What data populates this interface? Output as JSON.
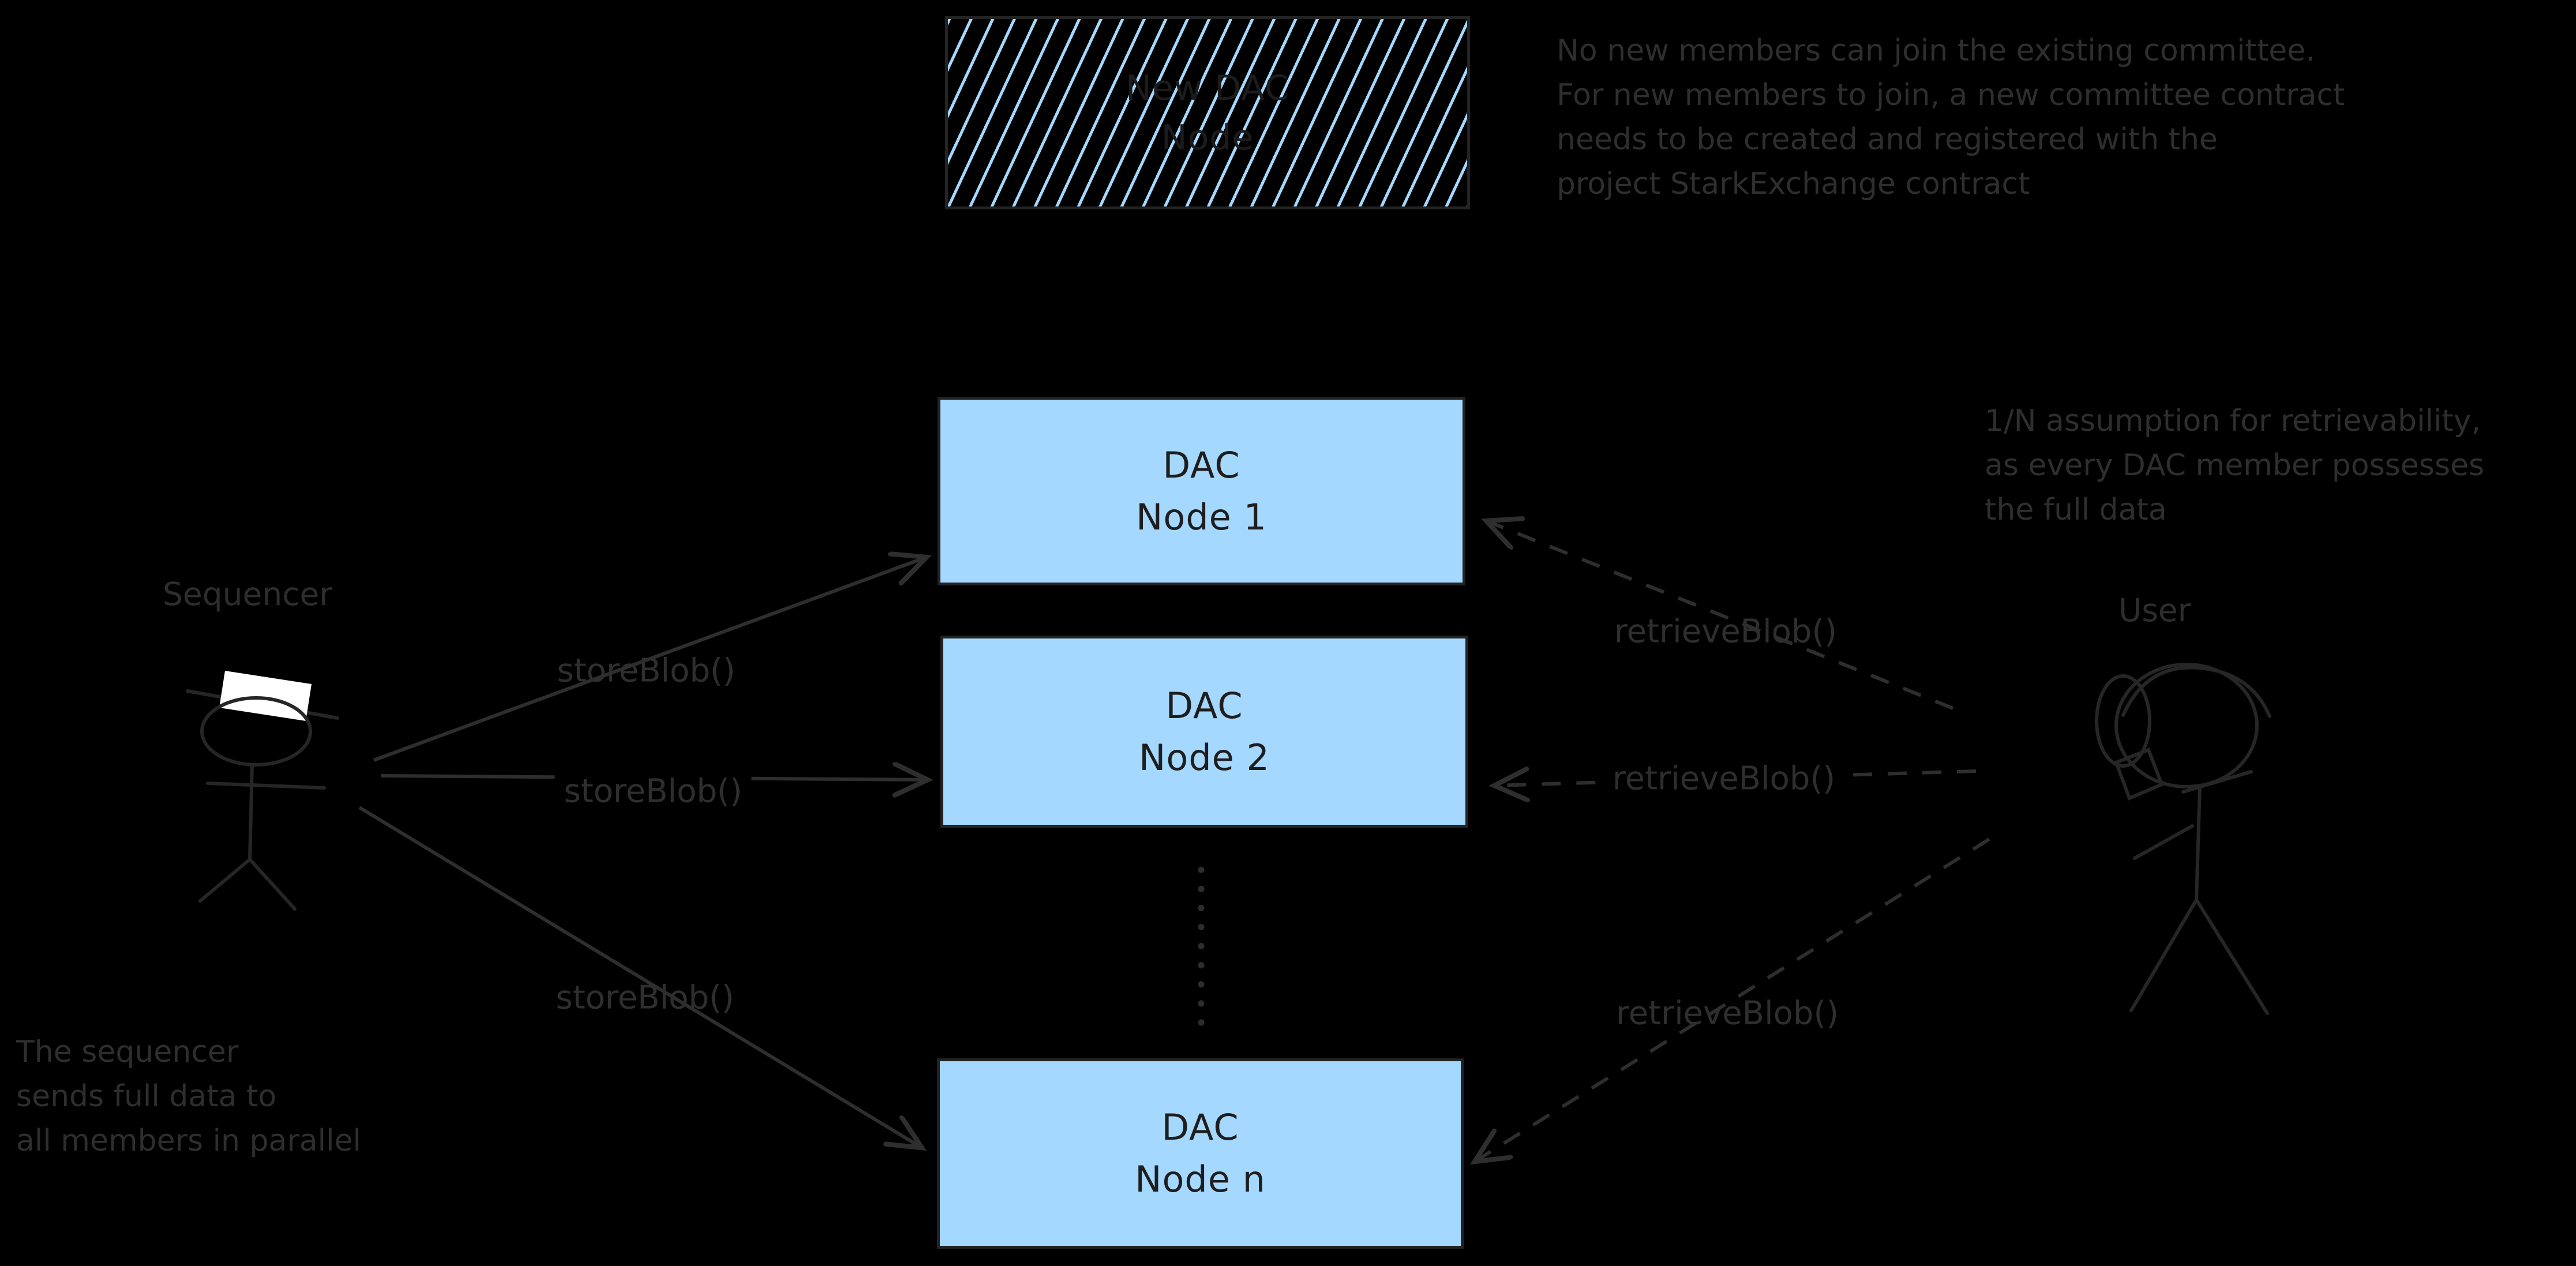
{
  "colors": {
    "background": "#000000",
    "node_fill": "#a5d8ff",
    "node_border": "#232323",
    "node_text": "#1e1e1e",
    "annotation_text": "#2e2e2e",
    "connector_stroke": "#2e2e2e",
    "figure_stroke": "#262626",
    "sequencer_hat_fill": "#ffffff"
  },
  "hatched_box": {
    "lines": [
      "New DAC",
      "Node"
    ]
  },
  "nodes": [
    {
      "lines": [
        "DAC",
        "Node 1"
      ]
    },
    {
      "lines": [
        "DAC",
        "Node 2"
      ]
    },
    {
      "lines": [
        "DAC",
        "Node n"
      ]
    }
  ],
  "actors": {
    "sequencer": {
      "label": "Sequencer"
    },
    "user": {
      "label": "User"
    }
  },
  "edge_labels": {
    "store": "storeBlob()",
    "retrieve": "retrieveBlob()"
  },
  "annotations": {
    "committee": {
      "lines": [
        "No new members can join the existing committee.",
        "For new members to join, a new committee contract",
        "needs to be created and registered with the",
        "project StarkExchange contract"
      ]
    },
    "retrievability": {
      "lines": [
        "1/N assumption for retrievability,",
        "as every DAC member possesses",
        "the full data"
      ]
    },
    "parallel": {
      "lines": [
        "The sequencer",
        "sends full data to",
        "all members in parallel"
      ]
    }
  }
}
